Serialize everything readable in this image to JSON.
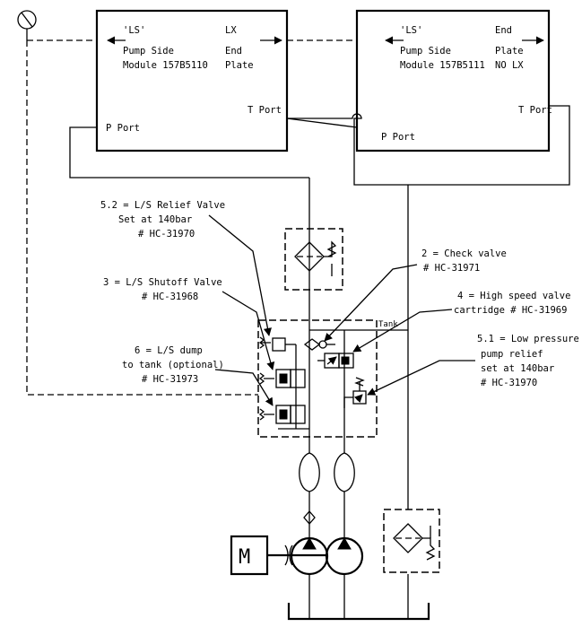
{
  "modules": {
    "left": {
      "ls": "'LS'",
      "line1": "Pump Side",
      "line2": "Module 157B5110",
      "end1": "LX",
      "end2": "End",
      "end3": "Plate",
      "t_port": "T Port",
      "p_port": "P Port"
    },
    "right": {
      "ls": "'LS'",
      "line1": "Pump Side",
      "line2": "Module 157B5111",
      "end1": "End",
      "end2": "Plate",
      "end3": "NO LX",
      "t_port": "T Port",
      "p_port": "P Port"
    }
  },
  "callouts": {
    "relief": {
      "l1": "5.2 = L/S Relief Valve",
      "l2": "Set at 140bar",
      "l3": "# HC-31970"
    },
    "shutoff": {
      "l1": "3 = L/S Shutoff Valve",
      "l2": "# HC-31968"
    },
    "dump": {
      "l1": "6 = L/S dump",
      "l2": "to tank (optional)",
      "l3": "# HC-31973"
    },
    "check": {
      "l1": "2 = Check valve",
      "l2": "# HC-31971"
    },
    "highspeed": {
      "l1": "4 = High speed valve",
      "l2": "cartridge # HC-31969"
    },
    "lowpressure": {
      "l1": "5.1 = Low pressure",
      "l2": "pump relief",
      "l3": "set at 140bar",
      "l4": "# HC-31970"
    }
  },
  "tank_label": "Tank",
  "motor_label": "M",
  "icons": {
    "gauge": "pressure-gauge-icon",
    "filter": "filter-icon",
    "motor": "electric-motor-icon",
    "pump": "hydraulic-pump-icon"
  }
}
